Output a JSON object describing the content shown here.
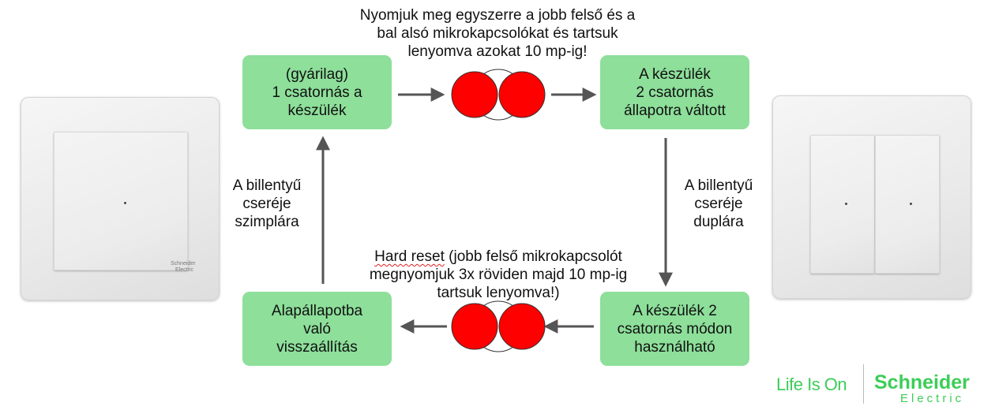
{
  "diagram": {
    "boxes": {
      "factory": "(gyárilag)\n1 csatornás a\nkészülék",
      "switched": "A készülék\n2 csatornás\nállapotra váltott",
      "usable": "A készülék 2\ncsatornás módon\nhasználható",
      "restore": "Alapállapotba\nvaló\nvisszaállítás"
    },
    "notes": {
      "top": "Nyomjuk meg egyszerre a jobb felső és a\nbal alsó mikrokapcsolókat és tartsuk\nlenyomva azokat 10 mp-ig!",
      "right": "A billentyű\ncseréje\nduplára",
      "left": "A billentyű\ncseréje\nszimplára",
      "bottom_underlined": "Hard reset",
      "bottom_rest": " (jobb felső mikrokapcsolót\nmegnyomjuk 3x röviden majd 10 mp-ig\ntartsuk lenyomva!)"
    },
    "indicator_colors": {
      "red": "#ff0000",
      "white": "#ffffff",
      "outline": "#333333"
    },
    "box_color": "#8ddf9a"
  },
  "switches": {
    "left": {
      "brand_line1": "Schneider",
      "brand_line2": "Electric",
      "leds": 1
    },
    "right": {
      "leds": 2
    }
  },
  "branding": {
    "tagline": "Life Is On",
    "company_line1": "Schneider",
    "company_line2": "Electric",
    "accent": "#3dcd58"
  }
}
